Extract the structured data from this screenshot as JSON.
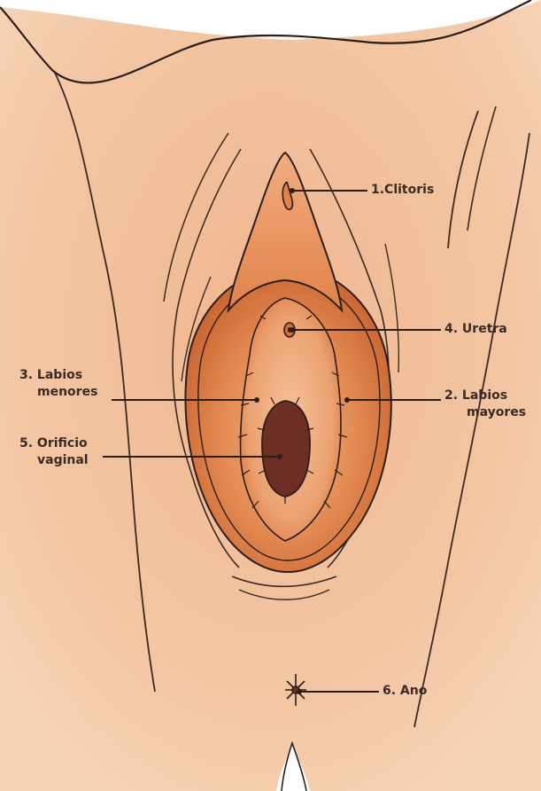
{
  "labels": {
    "clitoris": "1.Clitoris",
    "labios_mayores": [
      "2. Labios",
      "mayores"
    ],
    "labios_menores": [
      "3. Labios",
      "menores"
    ],
    "uretra": "4. Uretra",
    "orificio_vaginal": [
      "5. Orificio",
      "vaginal"
    ],
    "ano": "6. Ano"
  },
  "colors": {
    "background": "#ffffff",
    "skin": "#f2bf99",
    "outline": "#2b1e18",
    "labia": "#d9773f",
    "labia_inner": "#eda173",
    "opening": "#6d2f23",
    "label_text": "#3a2a24"
  }
}
